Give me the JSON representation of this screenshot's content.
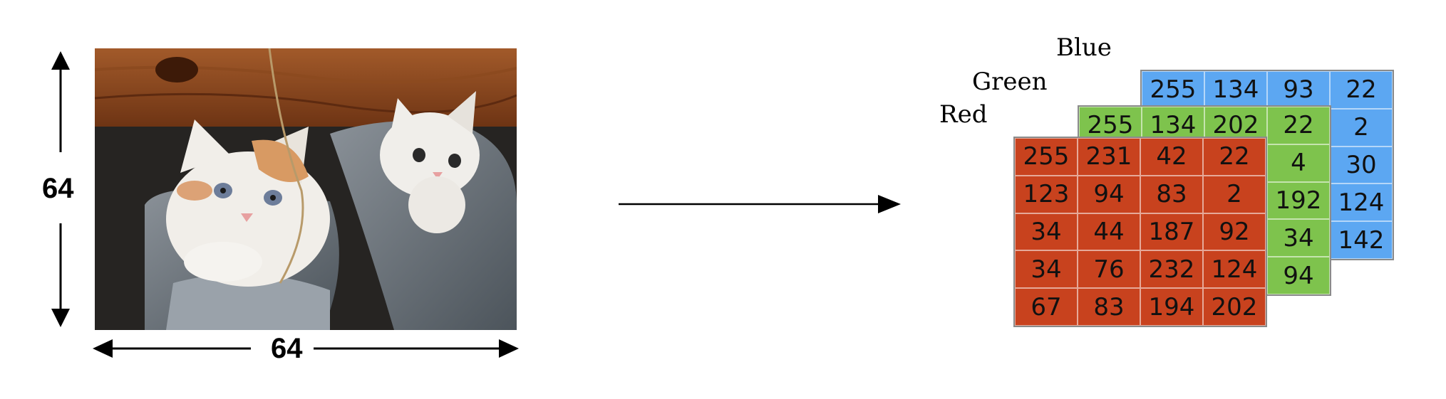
{
  "left": {
    "height_label": "64",
    "width_label": "64"
  },
  "channels": {
    "blue": {
      "label": "Blue",
      "color": "#5ca7f2",
      "rows": [
        [
          "255",
          "134",
          "93",
          "22"
        ],
        [
          "",
          "",
          "",
          "2"
        ],
        [
          "",
          "",
          "",
          "30"
        ],
        [
          "",
          "",
          "",
          "124"
        ],
        [
          "",
          "",
          "",
          "142"
        ]
      ]
    },
    "green": {
      "label": "Green",
      "color": "#7ec34d",
      "rows": [
        [
          "255",
          "134",
          "202",
          "22"
        ],
        [
          "",
          "",
          "",
          "4"
        ],
        [
          "",
          "",
          "",
          "192"
        ],
        [
          "",
          "",
          "",
          "34"
        ],
        [
          "",
          "",
          "",
          "94"
        ]
      ]
    },
    "red": {
      "label": "Red",
      "color": "#c8421e",
      "rows": [
        [
          "255",
          "231",
          "42",
          "22"
        ],
        [
          "123",
          "94",
          "83",
          "2"
        ],
        [
          "34",
          "44",
          "187",
          "92"
        ],
        [
          "34",
          "76",
          "232",
          "124"
        ],
        [
          "67",
          "83",
          "194",
          "202"
        ]
      ]
    }
  }
}
